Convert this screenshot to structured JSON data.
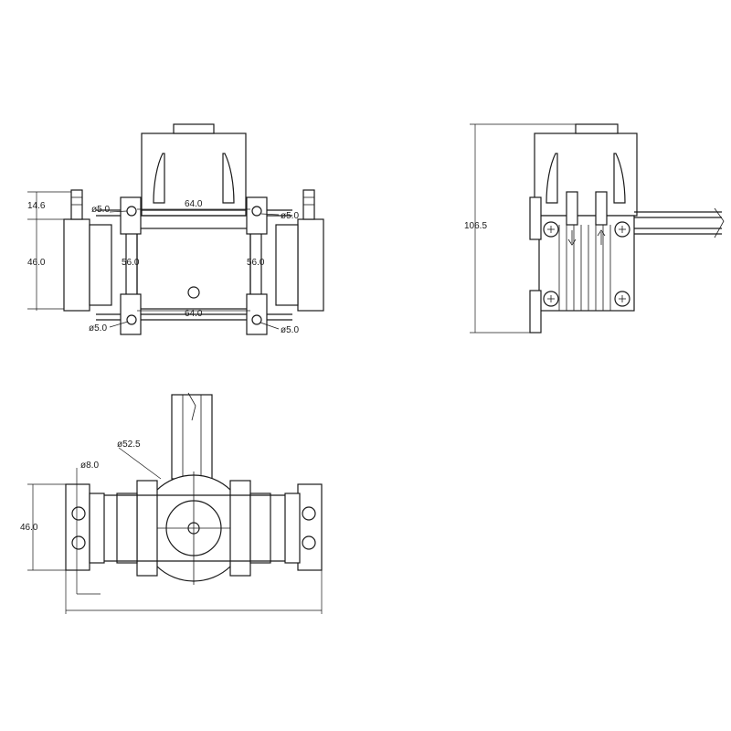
{
  "front_view": {
    "dim_top_width": "64.0",
    "dim_bottom_width": "64.0",
    "dim_inner_height_left": "56.0",
    "dim_inner_height_right": "56.0",
    "dim_nozzle_height": "14.6",
    "dim_body_height": "46.0",
    "hole_top_left": "ø5.0",
    "hole_top_right": "ø5.0",
    "hole_bottom_left": "ø5.0",
    "hole_bottom_right": "ø5.0"
  },
  "side_view": {
    "dim_total_height": "106.5"
  },
  "bottom_view": {
    "dim_motor_diameter": "ø52.5",
    "dim_port_diameter": "ø8.0",
    "dim_body_height": "46.0"
  }
}
